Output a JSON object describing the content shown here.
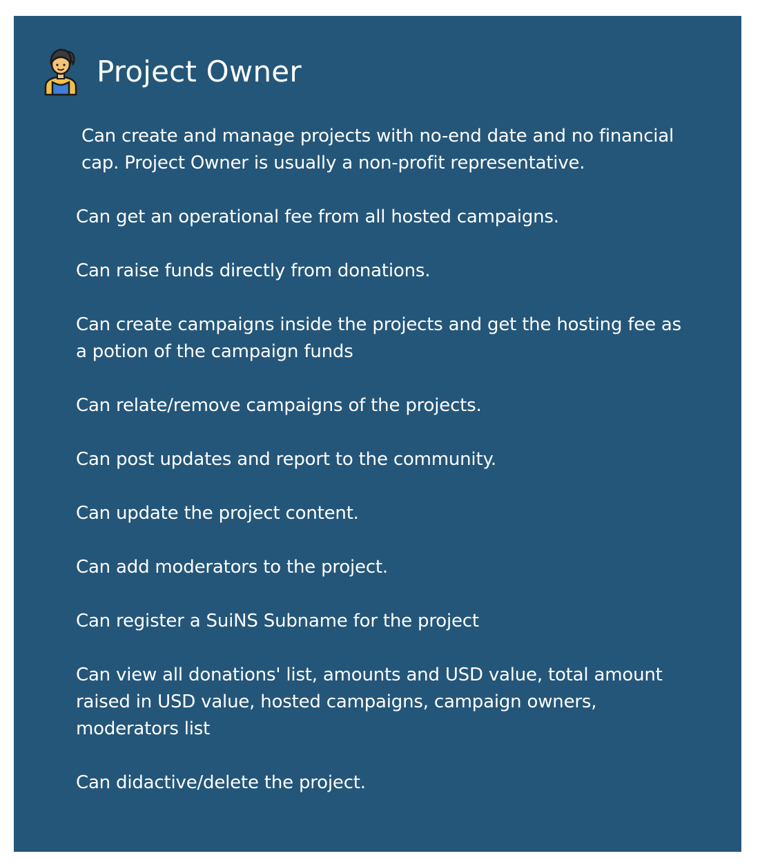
{
  "header": {
    "title": "Project Owner",
    "icon": "woman-user-icon"
  },
  "colors": {
    "card_background": "#245679",
    "text": "#ffffff"
  },
  "permissions": [
    "Can create and manage projects with no-end date and no financial cap. Project Owner is usually a non-profit representative.",
    "Can get an operational fee from all hosted campaigns.",
    "Can raise funds directly from donations.",
    "Can create campaigns inside the projects and get the hosting fee as a potion of the campaign funds",
    "Can relate/remove campaigns of the projects.",
    "Can post updates and report to the community.",
    "Can update the project content.",
    "Can add moderators to the project.",
    "Can register a SuiNS Subname for the project",
    "Can view all donations' list, amounts and USD value, total amount raised in USD value, hosted campaigns, campaign owners, moderators list",
    "Can didactive/delete the project."
  ]
}
